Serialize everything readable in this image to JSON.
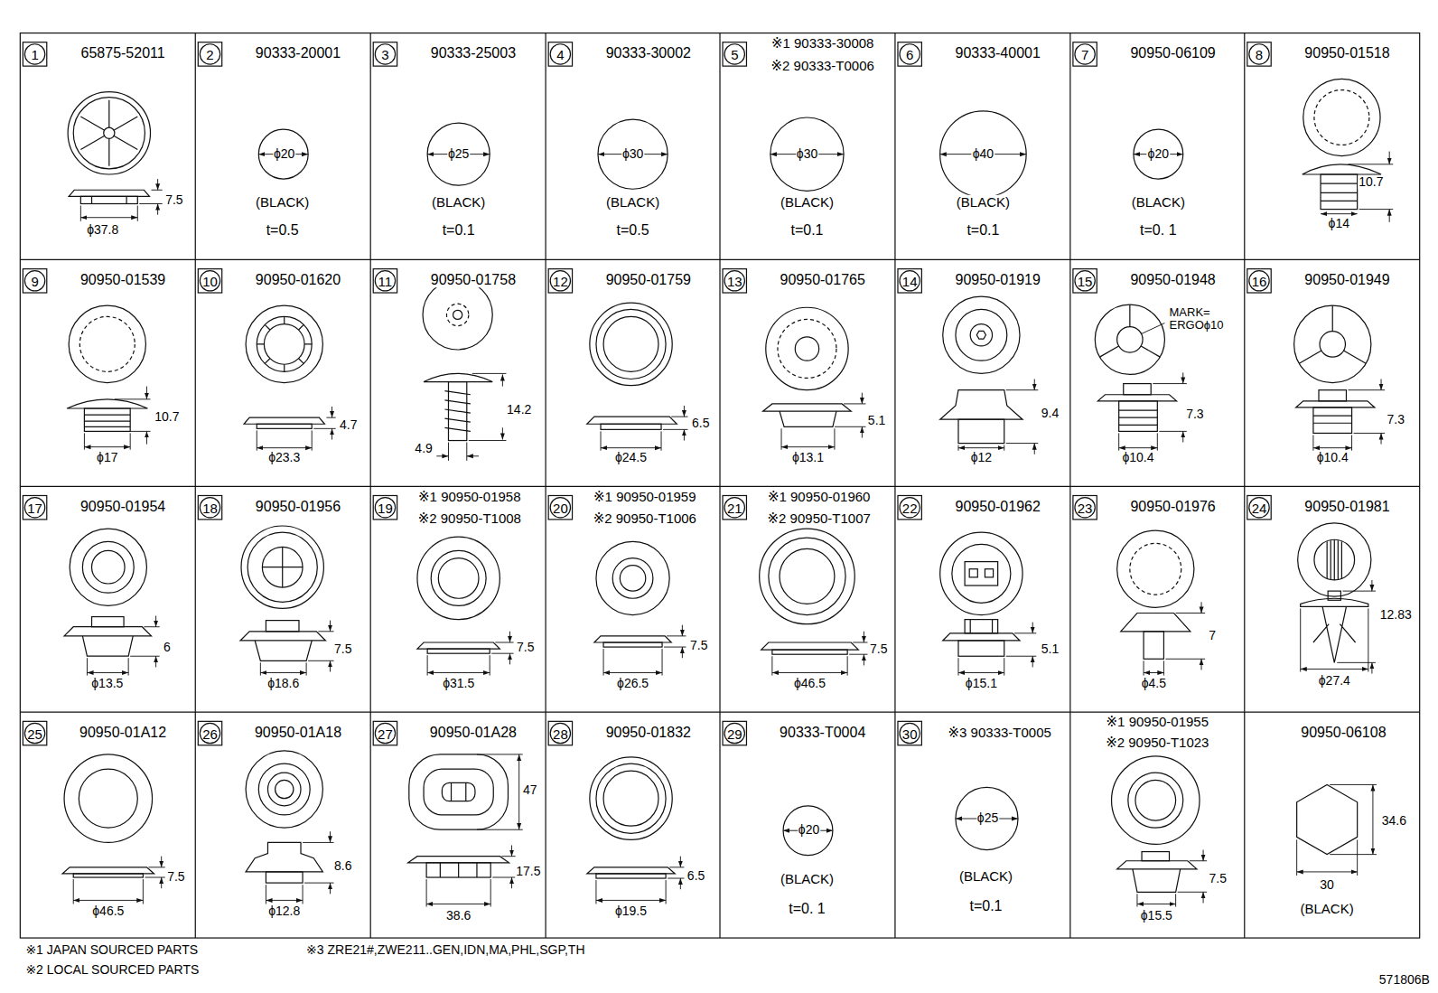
{
  "diagram": {
    "labels": [
      "1",
      "65875-52011",
      "7.5",
      "ϕ37.8",
      "2",
      "90333-20001",
      "ϕ20",
      "(BLACK)",
      "t=0.5",
      "3",
      "90333-25003",
      "ϕ25",
      "(BLACK)",
      "t=0.1",
      "4",
      "90333-30002",
      "ϕ30",
      "(BLACK)",
      "t=0.5",
      "5",
      "※1 90333-30008",
      "※2 90333-T0006",
      "ϕ30",
      "(BLACK)",
      "t=0.1",
      "6",
      "90333-40001",
      "ϕ40",
      "(BLACK)",
      "t=0.1",
      "7",
      "90950-06109",
      "ϕ20",
      "(BLACK)",
      "t=0. 1",
      "8",
      "90950-01518",
      "10.7",
      "ϕ14",
      "9",
      "90950-01539",
      "10.7",
      "ϕ17",
      "10",
      "90950-01620",
      "4.7",
      "ϕ23.3",
      "11",
      "90950-01758",
      "14.2",
      "4.9",
      "12",
      "90950-01759",
      "6.5",
      "ϕ24.5",
      "13",
      "90950-01765",
      "5.1",
      "ϕ13.1",
      "14",
      "90950-01919",
      "9.4",
      "ϕ12",
      "15",
      "90950-01948",
      "MARK= ERGOϕ10",
      "7.3",
      "ϕ10.4",
      "16",
      "90950-01949",
      "7.3",
      "ϕ10.4",
      "17",
      "90950-01954",
      "6",
      "ϕ13.5",
      "18",
      "90950-01956",
      "7.5",
      "ϕ18.6",
      "19",
      "※1 90950-01958",
      "※2 90950-T1008",
      "7.5",
      "ϕ31.5",
      "20",
      "※1 90950-01959",
      "※2 90950-T1006",
      "7.5",
      "ϕ26.5",
      "21",
      "※1 90950-01960",
      "※2 90950-T1007",
      "7.5",
      "ϕ46.5",
      "22",
      "90950-01962",
      "5.1",
      "ϕ15.1",
      "23",
      "90950-01976",
      "7",
      "ϕ4.5",
      "24",
      "90950-01981",
      "12.83",
      "ϕ27.4",
      "25",
      "90950-01A12",
      "7.5",
      "ϕ46.5",
      "26",
      "90950-01A18",
      "8.6",
      "ϕ12.8",
      "27",
      "90950-01A28",
      "47",
      "17.5",
      "38.6",
      "28",
      "90950-01832",
      "6.5",
      "ϕ19.5",
      "29",
      "90333-T0004",
      "ϕ20",
      "(BLACK)",
      "t=0. 1",
      "30",
      "※3 90333-T0005",
      "ϕ25",
      "(BLACK)",
      "t=0.1",
      "※1  90950-01955",
      "※2  90950-T1023",
      "7.5",
      "ϕ15.5",
      "90950-06108",
      "34.6",
      "30",
      "(BLACK)",
      "※1 JAPAN SOURCED PARTS",
      "※2 LOCAL SOURCED PARTS",
      "※3 ZRE21#,ZWE211..GEN,IDN,MA,PHL,SGP,TH",
      "571806B"
    ]
  }
}
